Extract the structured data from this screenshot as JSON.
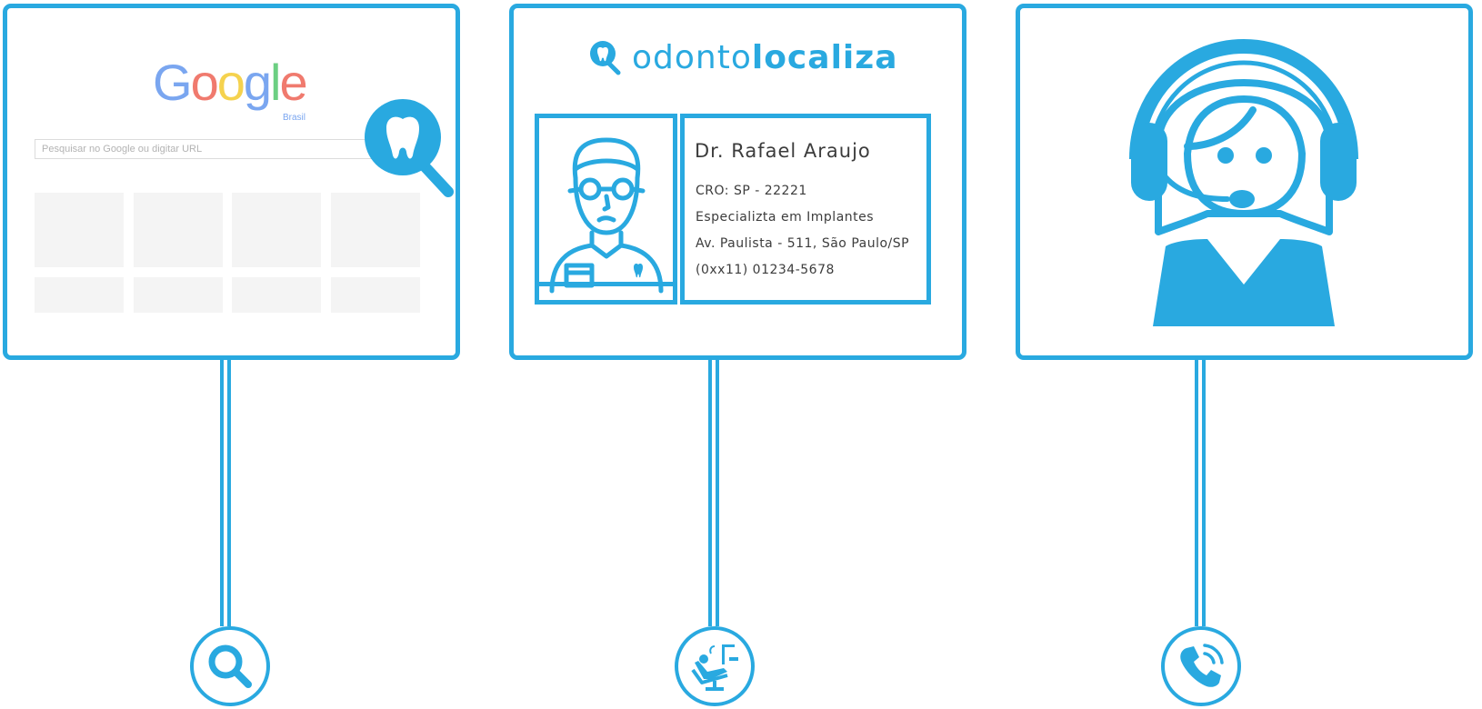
{
  "google_panel": {
    "logo": {
      "g1": "G",
      "o1": "o",
      "o2": "o",
      "g2": "g",
      "l": "l",
      "e": "e"
    },
    "logo_sub": "Brasil",
    "search_placeholder": "Pesquisar no Google ou digitar URL",
    "icon": "tooth-magnifier-icon"
  },
  "card_panel": {
    "brand": {
      "light": "odonto",
      "bold": "localiza"
    },
    "doctor": {
      "name": "Dr. Rafael Araujo",
      "cro": "CRO: SP - 22221",
      "specialty": "Especializta em Implantes",
      "address": "Av. Paulista - 511, São Paulo/SP",
      "phone": "(0xx11) 01234-5678"
    }
  },
  "support_panel": {
    "icon": "headset-agent-icon"
  },
  "badges": [
    "search-icon",
    "dental-chair-icon",
    "phone-call-icon"
  ],
  "colors": {
    "accent": "#29a9e0",
    "text": "#3c3c3c",
    "tile": "#f4f4f4"
  }
}
